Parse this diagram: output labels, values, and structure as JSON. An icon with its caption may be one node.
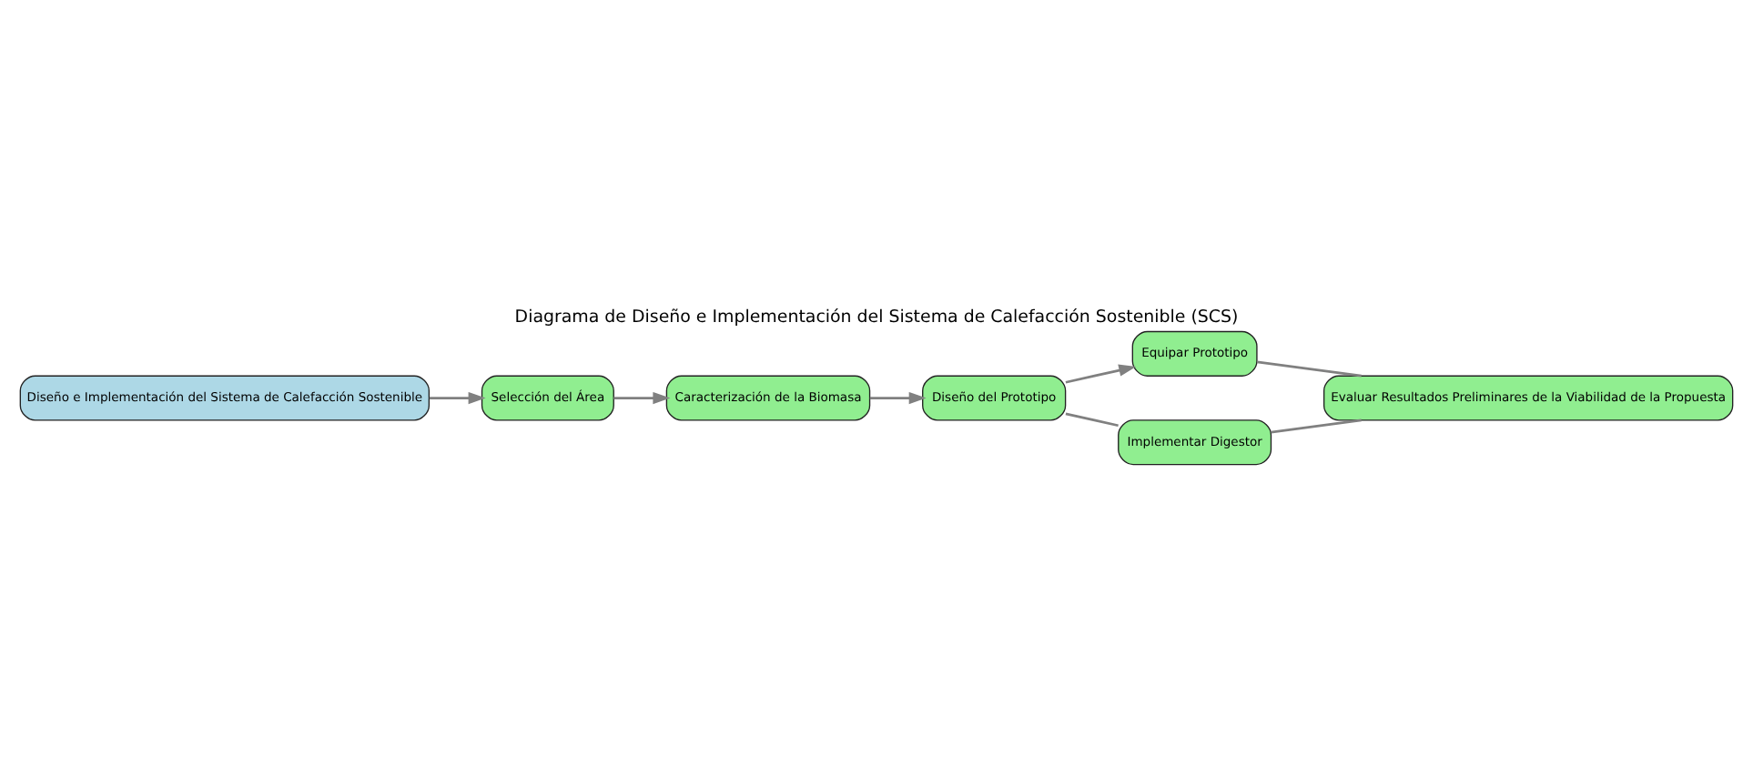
{
  "diagram": {
    "title": "Diagrama de Diseño e Implementación del Sistema de Calefacción Sostenible (SCS)",
    "nodes": [
      {
        "text": [
          "Diseño e Implementación del Sistema de Calefacción Sostenible"
        ]
      },
      {
        "text": [
          "Selección del Área"
        ]
      },
      {
        "text": [
          "Caracterización de la Biomasa"
        ]
      },
      {
        "text": [
          "Diseño del Prototipo"
        ]
      },
      {
        "text": [
          "Equipar Prototipo"
        ]
      },
      {
        "text": [
          "Implementar Digestor"
        ]
      },
      {
        "text": [
          "Evaluar Resultados Preliminares de la Viabilidad de la Propuesta"
        ]
      }
    ],
    "edges": [
      {
        "from": 0,
        "to": 1,
        "arrow": "to"
      },
      {
        "from": 1,
        "to": 2,
        "arrow": "to"
      },
      {
        "from": 2,
        "to": 3,
        "arrow": "to"
      },
      {
        "from": 3,
        "to": 4,
        "arrow": "to"
      },
      {
        "from": 3,
        "to": 5,
        "arrow": "none"
      },
      {
        "from": 4,
        "to": 6,
        "arrow": "none"
      },
      {
        "from": 5,
        "to": 6,
        "arrow": "none"
      }
    ]
  }
}
